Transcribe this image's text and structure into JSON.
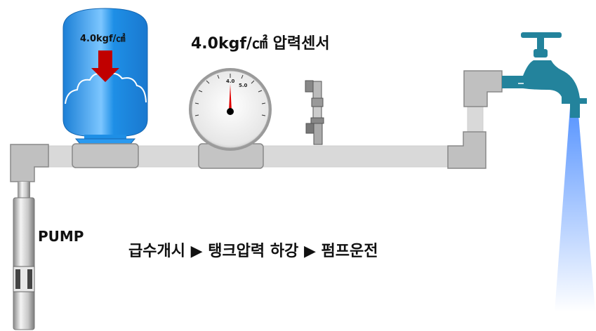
{
  "tank": {
    "pressure_label": "4.0kgf/㎠"
  },
  "header": {
    "title": "4.0kgf/㎠  압력센서"
  },
  "gauge": {
    "tick_labels": [
      "4.0",
      "5.0"
    ],
    "reading": 4.0
  },
  "pump": {
    "label": "PUMP"
  },
  "process": {
    "text": "급수개시 ▶ 탱크압력 하강 ▶ 펌프운전"
  },
  "colors": {
    "tank": "#1e8fe6",
    "pipe": "#c4c4c4",
    "faucet": "#23839c",
    "water": "#6aa8ff",
    "arrow": "#c00000"
  }
}
